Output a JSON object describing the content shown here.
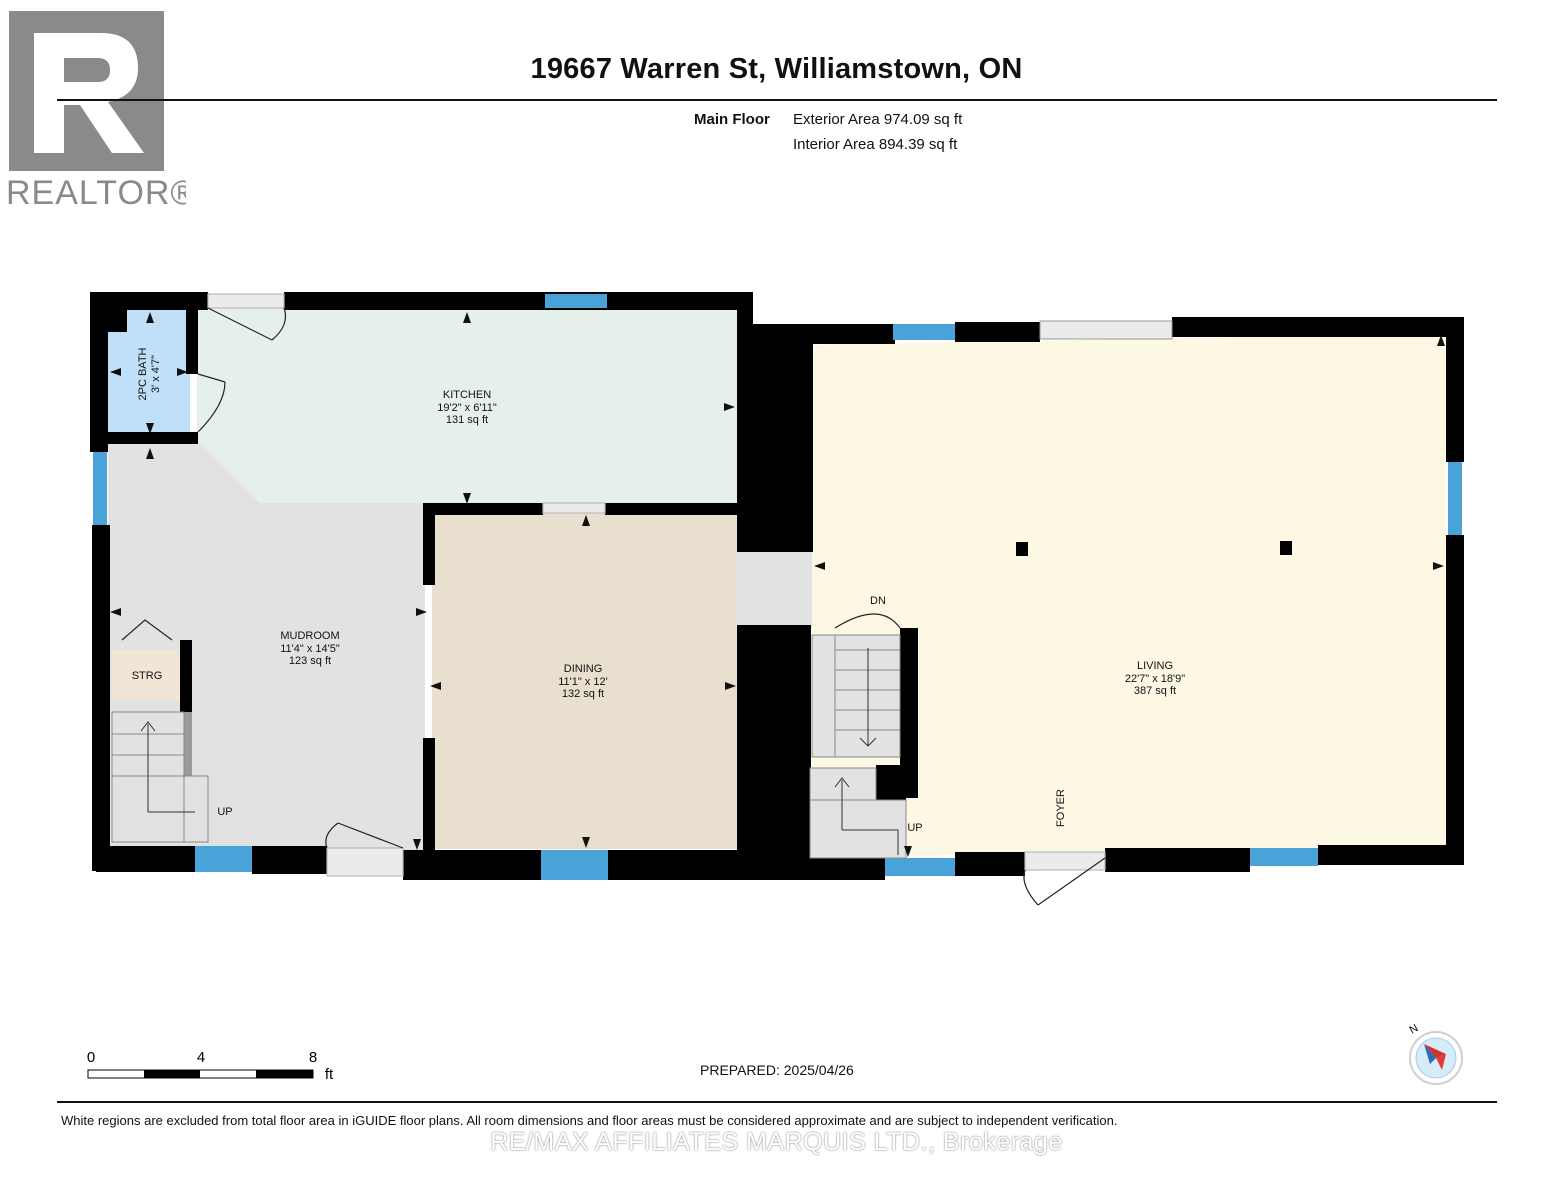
{
  "header": {
    "title": "19667 Warren St, Williamstown, ON",
    "floor_label": "Main Floor",
    "exterior_area": "Exterior Area 974.09 sq ft",
    "interior_area": "Interior Area 894.39 sq ft"
  },
  "logo": {
    "text": "REALTOR®"
  },
  "rooms": {
    "kitchen": {
      "name": "KITCHEN",
      "dims": "19'2\" x 6'11\"",
      "area": "131 sq ft"
    },
    "bath": {
      "name": "2PC BATH",
      "dims": "3' x 4'7\""
    },
    "mudroom": {
      "name": "MUDROOM",
      "dims": "11'4\" x 14'5\"",
      "area": "123 sq ft"
    },
    "dining": {
      "name": "DINING",
      "dims": "11'1\" x 12'",
      "area": "132 sq ft"
    },
    "living": {
      "name": "LIVING",
      "dims": "22'7\" x 18'9\"",
      "area": "387 sq ft"
    },
    "storage": {
      "name": "STRG"
    },
    "foyer": {
      "name": "FOYER"
    }
  },
  "stairs": {
    "up_left": "UP",
    "down": "DN",
    "up_right": "UP"
  },
  "scale": {
    "ticks": [
      "0",
      "4",
      "8"
    ],
    "unit": "ft"
  },
  "compass": {
    "label": "N"
  },
  "footer": {
    "prepared": "PREPARED: 2025/04/26",
    "disclaimer": "White regions are excluded from total floor area in iGUIDE floor plans. All room dimensions and floor areas must be considered approximate and are subject to independent verification.",
    "brokerage": "RE/MAX AFFILIATES MARQUIS LTD., Brokerage"
  },
  "colors": {
    "kitchen": "#e6f0ea",
    "bath": "#bfe0f8",
    "mudroom": "#e2e2e2",
    "dining": "#e9dfcf",
    "living": "#fdf8e4",
    "storage": "#f1e5d6",
    "window": "#4aa3d8",
    "wall": "#000000"
  }
}
